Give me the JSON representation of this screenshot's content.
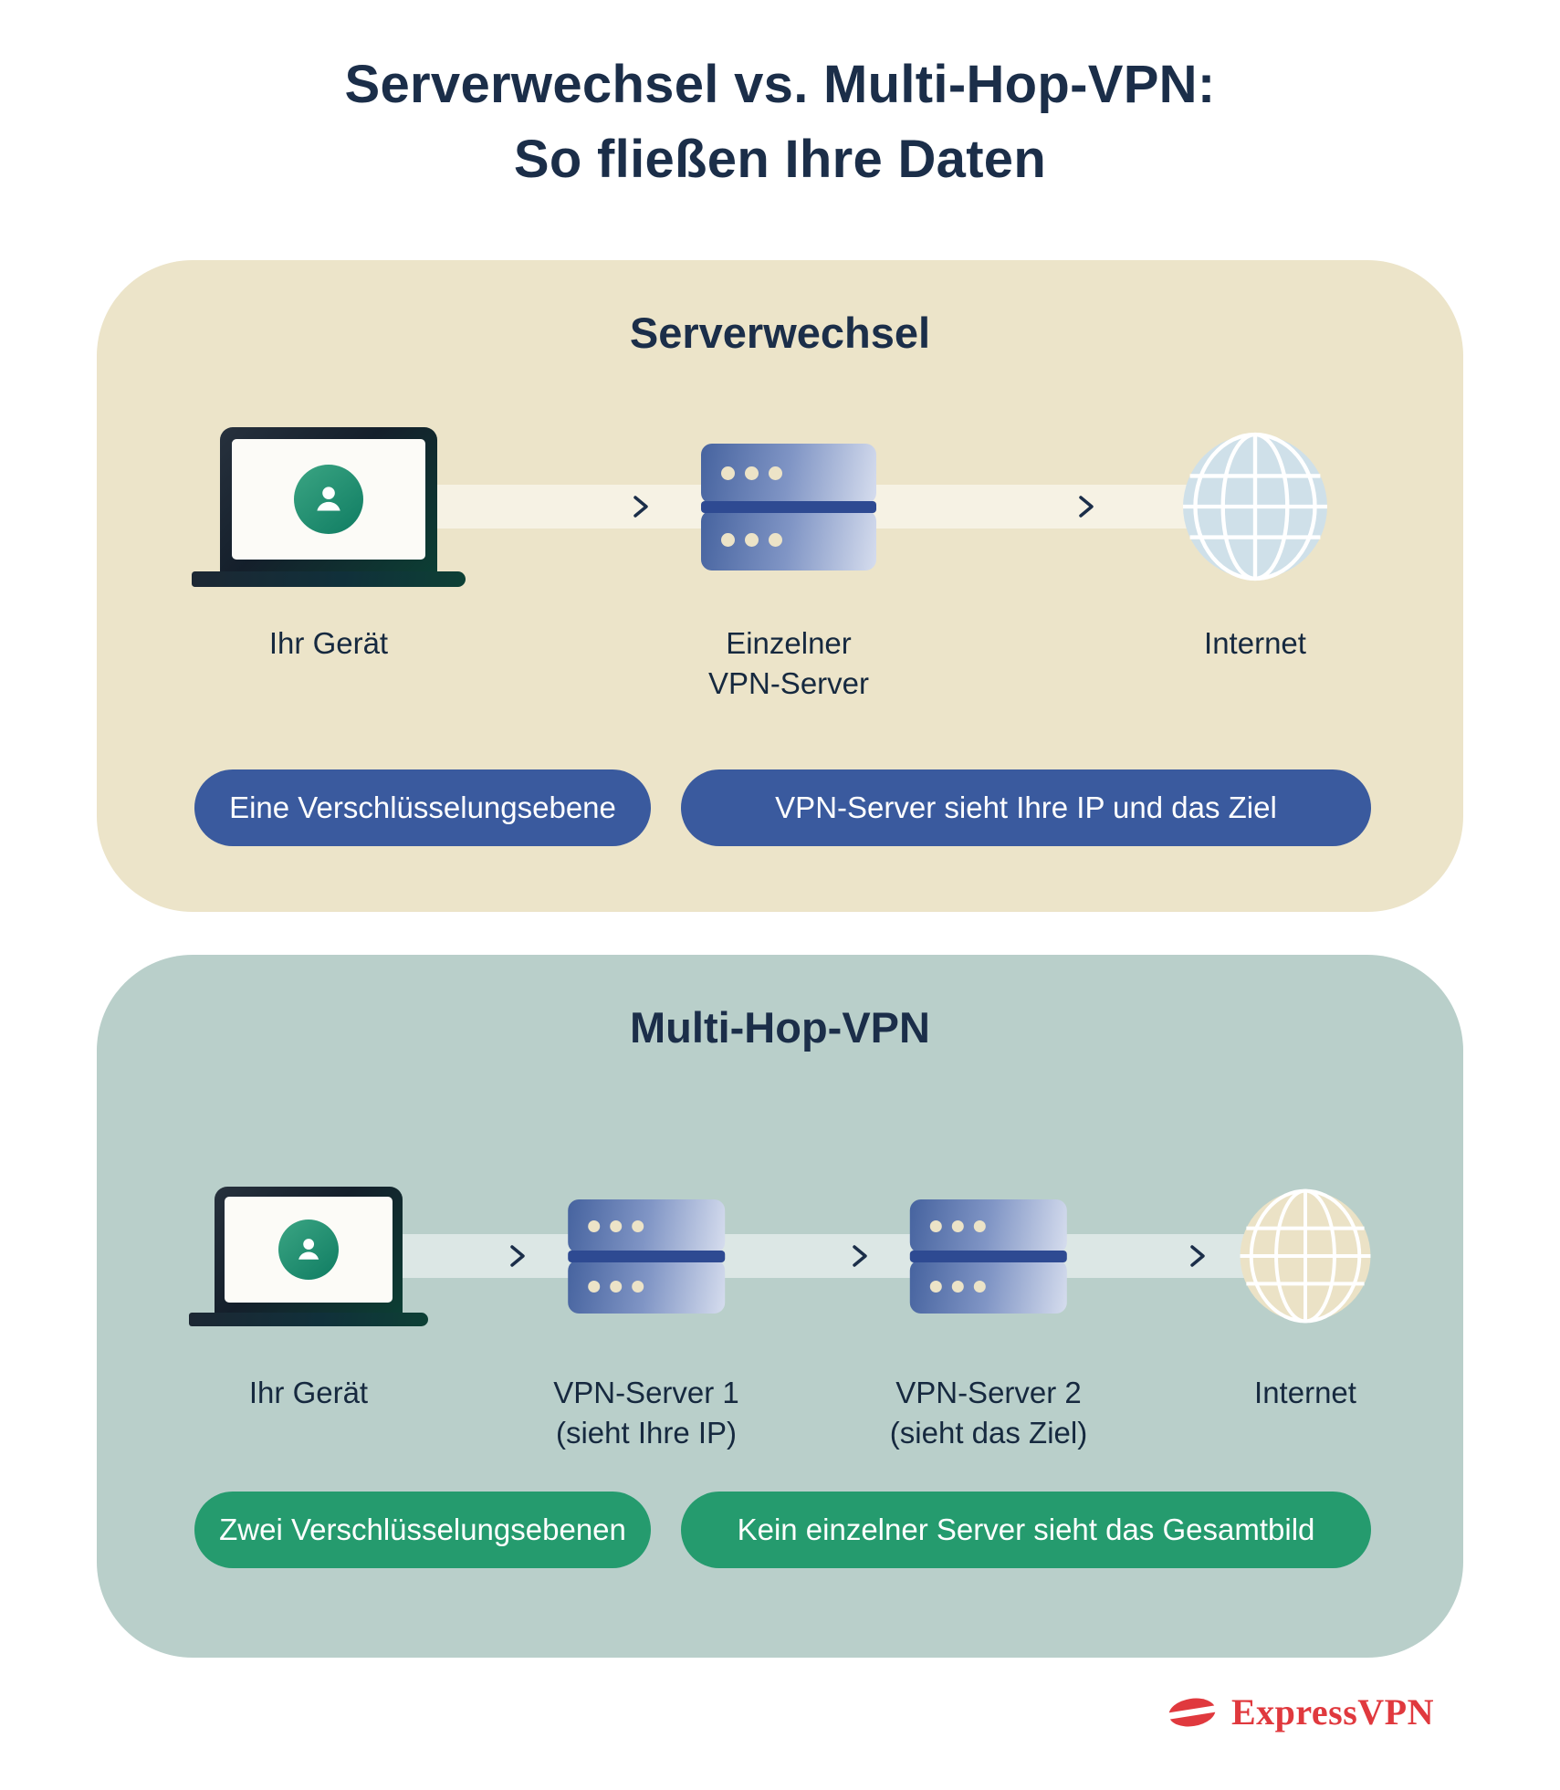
{
  "title": {
    "line1": "Serverwechsel vs. Multi-Hop-VPN:",
    "line2": "So fließen Ihre Daten"
  },
  "colors": {
    "heading_text": "#1b2e49",
    "panel_serverwechsel_bg": "#ece4c9",
    "panel_multihop_bg": "#b9cfca",
    "badge_blue": "#3a5a9e",
    "badge_green": "#259b6e",
    "server_band_blue": "#2e4a92",
    "avatar_green": "#0f7c62",
    "globe_blue": "#cfe0e9",
    "globe_cream": "#ebe2c6",
    "brand_red": "#e0393e"
  },
  "serverwechsel": {
    "heading": "Serverwechsel",
    "device_label": "Ihr Gerät",
    "server_label_line1": "Einzelner",
    "server_label_line2": "VPN-Server",
    "internet_label": "Internet",
    "badge_encryption": "Eine Verschlüsselungsebene",
    "badge_visibility": "VPN-Server sieht Ihre IP und das Ziel"
  },
  "multihop": {
    "heading": "Multi-Hop-VPN",
    "device_label": "Ihr Gerät",
    "server1_label_line1": "VPN-Server 1",
    "server1_label_line2": "(sieht Ihre IP)",
    "server2_label_line1": "VPN-Server 2",
    "server2_label_line2": "(sieht das Ziel)",
    "internet_label": "Internet",
    "badge_encryption": "Zwei Verschlüsselungsebenen",
    "badge_visibility": "Kein einzelner Server sieht das Gesamtbild"
  },
  "footer": {
    "brand": "ExpressVPN"
  }
}
